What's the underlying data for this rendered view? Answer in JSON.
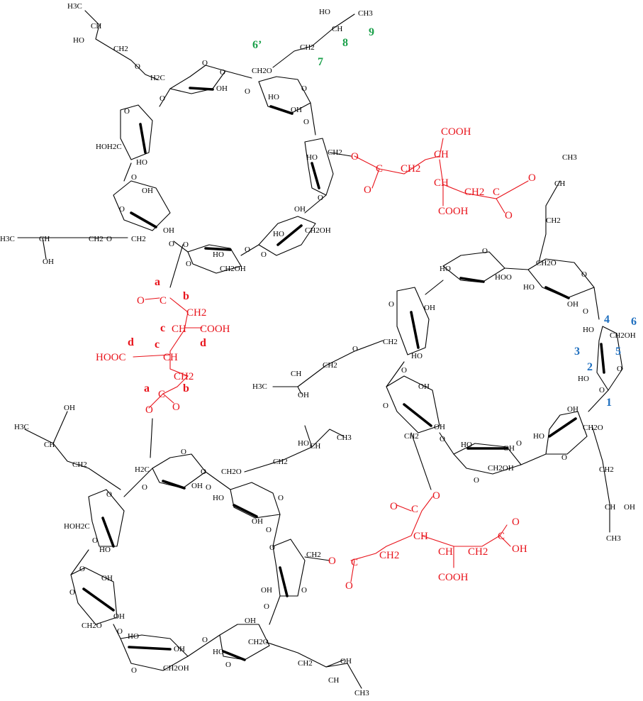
{
  "colors": {
    "bond": "#000000",
    "citrate": "#e8131b",
    "hp_numbering": "#1aa04a",
    "glucose_numbering": "#1f6fbf"
  },
  "labels": {
    "H3C": "H3C",
    "HO": "HO",
    "OH": "OH",
    "CH": "CH",
    "CH2": "CH2",
    "CH3": "CH3",
    "H2C": "H2C",
    "O": "O",
    "CH2O": "CH2O",
    "CH2OH": "CH2OH",
    "HOH2C": "HOH2C",
    "HOO": "HOO"
  },
  "citrate": {
    "COOH": "COOH",
    "HOOC": "HOOC",
    "CH": "CH",
    "CH2": "CH2",
    "C": "C",
    "O": "O",
    "OH": "OH"
  },
  "annotations": {
    "citrate_carbons": {
      "a": "a",
      "b": "b",
      "c": "c",
      "d": "d"
    },
    "hydroxypropyl": {
      "six_prime": "6’",
      "seven": "7",
      "eight": "8",
      "nine": "9"
    },
    "glucose": {
      "one": "1",
      "two": "2",
      "three": "3",
      "four": "4",
      "five": "5",
      "six": "6"
    }
  }
}
